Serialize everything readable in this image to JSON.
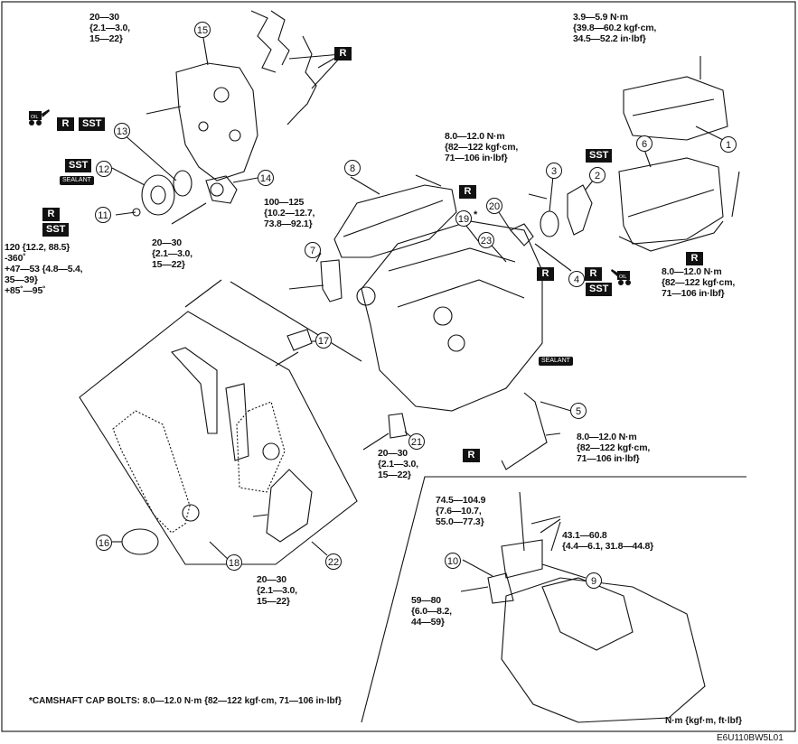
{
  "torque": {
    "t_top_cover": "20—30\n{2.1—3.0,\n15—22}",
    "t_cap_nut": "3.9—5.9 N·m\n{39.8—60.2 kgf·cm,\n34.5—52.2 in·lbf}",
    "t_head_cover_bolt": "8.0—12.0 N·m\n{82—122 kgf·cm,\n71—106 in·lbf}",
    "t_bracket": "100—125\n{10.2—12.7,\n73.8—92.1}",
    "t_pulley_bolt": "120 {12.2, 88.5}\n-360˚\n+47—53 {4.8—5.4,\n35—39}\n+85˚—95˚",
    "t_tensioner": "20—30\n{2.1—3.0,\n15—22}",
    "t_right_cover": "8.0—12.0 N·m\n{82—122 kgf·cm,\n71—106 in·lbf}",
    "t_dipstick": "8.0—12.0 N·m\n{82—122 kgf·cm,\n71—106 in·lbf}",
    "t_chain_guide": "20—30\n{2.1—3.0,\n15—22}",
    "t_lower_guide": "20—30\n{2.1—3.0,\n15—22}",
    "t_mount_top": "74.5—104.9\n{7.6—10.7,\n55.0—77.3}",
    "t_mount_right": "43.1—60.8\n{4.4—6.1, 31.8—44.8}",
    "t_mount_left": "59—80\n{6.0—8.2,\n44—59}"
  },
  "callouts": [
    "1",
    "2",
    "3",
    "4",
    "5",
    "6",
    "7",
    "8",
    "9",
    "10",
    "11",
    "12",
    "13",
    "14",
    "15",
    "16",
    "17",
    "18",
    "19",
    "20",
    "21",
    "22",
    "23"
  ],
  "badges": {
    "r": "R",
    "sst": "SST",
    "sealant": "SEALANT",
    "oil": "OIL"
  },
  "asterisk": "*",
  "footnote": "*CAMSHAFT CAP BOLTS: 8.0—12.0 N·m {82—122 kgf·cm, 71—106 in·lbf}",
  "units": "N·m {kgf·m, ft·lbf}",
  "figure_code": "E6U110BW5L01"
}
